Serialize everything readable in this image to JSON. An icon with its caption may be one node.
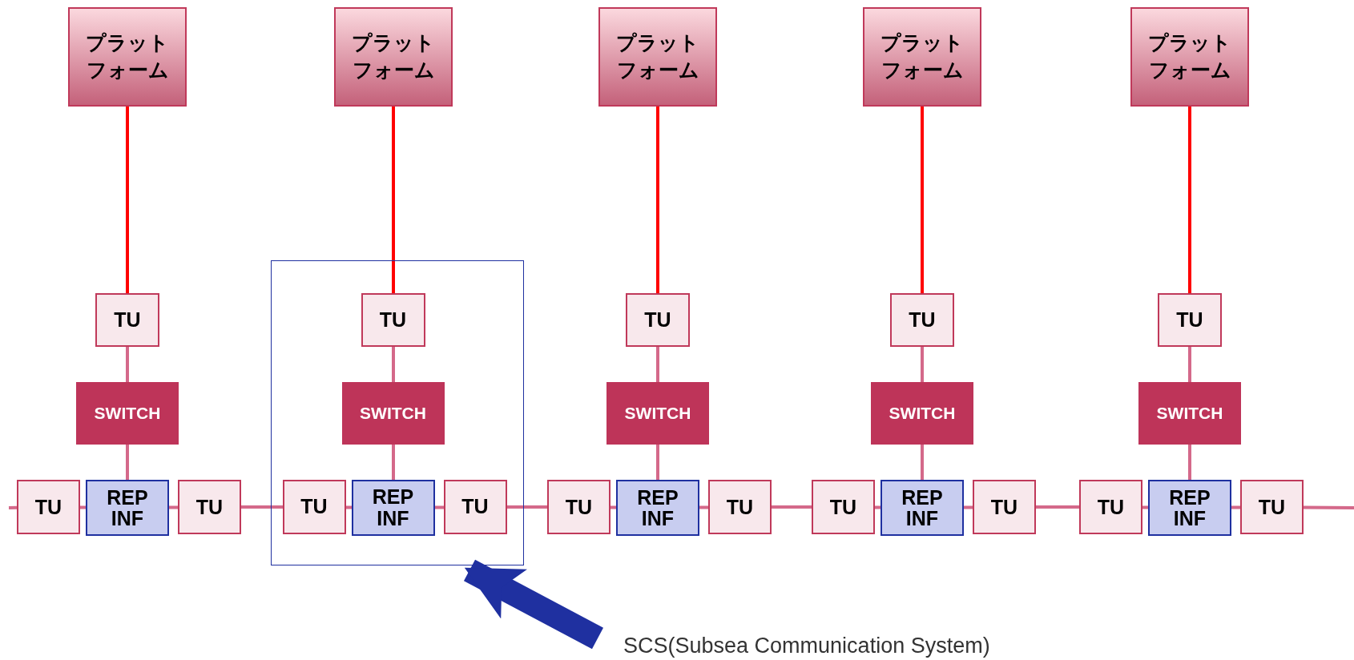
{
  "diagram": {
    "nodes": [
      {
        "text": [
          "プラットフォーム"
        ]
      },
      {
        "text": [
          "プラットフォーム"
        ]
      },
      {
        "text": [
          "プラットフォーム"
        ]
      },
      {
        "text": [
          "プラットフォーム"
        ]
      },
      {
        "text": [
          "プラットフォーム"
        ]
      },
      {
        "text": [],
        "shape": "box"
      },
      {
        "text": [
          "TU"
        ]
      },
      {
        "text": [
          "SWITCH"
        ]
      },
      {
        "text": [
          "TU"
        ]
      },
      {
        "text": [
          "REP INF"
        ]
      },
      {
        "text": [
          "TU"
        ]
      },
      {
        "text": [
          "TU"
        ],
        "in": 5
      },
      {
        "text": [
          "SWITCH"
        ],
        "in": 5
      },
      {
        "text": [
          "TU"
        ],
        "in": 5
      },
      {
        "text": [
          "REP INF"
        ],
        "in": 5
      },
      {
        "text": [
          "TU"
        ],
        "in": 5
      },
      {
        "text": [
          "TU"
        ]
      },
      {
        "text": [
          "SWITCH"
        ]
      },
      {
        "text": [
          "TU"
        ]
      },
      {
        "text": [
          "REP INF"
        ]
      },
      {
        "text": [
          "TU"
        ]
      },
      {
        "text": [
          "TU"
        ]
      },
      {
        "text": [
          "SWITCH"
        ]
      },
      {
        "text": [
          "TU"
        ]
      },
      {
        "text": [
          "REP INF"
        ]
      },
      {
        "text": [
          "TU"
        ]
      },
      {
        "text": [
          "TU"
        ]
      },
      {
        "text": [
          "SWITCH"
        ]
      },
      {
        "text": [
          "TU"
        ]
      },
      {
        "text": [
          "REP INF"
        ]
      },
      {
        "text": [
          "TU"
        ]
      },
      {
        "text": [
          "SCS(Subsea Communication System)"
        ]
      }
    ],
    "edges": [
      {
        "from": 0,
        "to": 6,
        "arrow": "none",
        "color": "#ff0000"
      },
      {
        "from": 6,
        "to": 7,
        "arrow": "none"
      },
      {
        "from": 7,
        "to": 9,
        "arrow": "none"
      },
      {
        "from": 8,
        "to": 9,
        "arrow": "none"
      },
      {
        "from": 9,
        "to": 10,
        "arrow": "none"
      },
      {
        "from": 1,
        "to": 11,
        "arrow": "none",
        "color": "#ff0000"
      },
      {
        "from": 11,
        "to": 12,
        "arrow": "none"
      },
      {
        "from": 12,
        "to": 14,
        "arrow": "none"
      },
      {
        "from": 13,
        "to": 14,
        "arrow": "none"
      },
      {
        "from": 14,
        "to": 15,
        "arrow": "none"
      },
      {
        "from": 2,
        "to": 16,
        "arrow": "none",
        "color": "#ff0000"
      },
      {
        "from": 16,
        "to": 17,
        "arrow": "none"
      },
      {
        "from": 17,
        "to": 19,
        "arrow": "none"
      },
      {
        "from": 18,
        "to": 19,
        "arrow": "none"
      },
      {
        "from": 19,
        "to": 20,
        "arrow": "none"
      },
      {
        "from": 3,
        "to": 21,
        "arrow": "none",
        "color": "#ff0000"
      },
      {
        "from": 21,
        "to": 22,
        "arrow": "none"
      },
      {
        "from": 22,
        "to": 24,
        "arrow": "none"
      },
      {
        "from": 23,
        "to": 24,
        "arrow": "none"
      },
      {
        "from": 24,
        "to": 25,
        "arrow": "none"
      },
      {
        "from": 4,
        "to": 26,
        "arrow": "none",
        "color": "#ff0000"
      },
      {
        "from": 26,
        "to": 27,
        "arrow": "none"
      },
      {
        "from": 27,
        "to": 29,
        "arrow": "none"
      },
      {
        "from": 28,
        "to": 29,
        "arrow": "none"
      },
      {
        "from": 29,
        "to": 30,
        "arrow": "none"
      },
      {
        "from": null,
        "to": 8,
        "arrow": "none"
      },
      {
        "from": 10,
        "to": 13,
        "arrow": "none"
      },
      {
        "from": 15,
        "to": 18,
        "arrow": "none"
      },
      {
        "from": 20,
        "to": 23,
        "arrow": "none"
      },
      {
        "from": 25,
        "to": 28,
        "arrow": "none"
      },
      {
        "from": 30,
        "to": null,
        "arrow": "none"
      },
      {
        "from": 31,
        "to": 5,
        "arrow": "to",
        "style": "thick",
        "color": "#1f30a0"
      }
    ]
  }
}
